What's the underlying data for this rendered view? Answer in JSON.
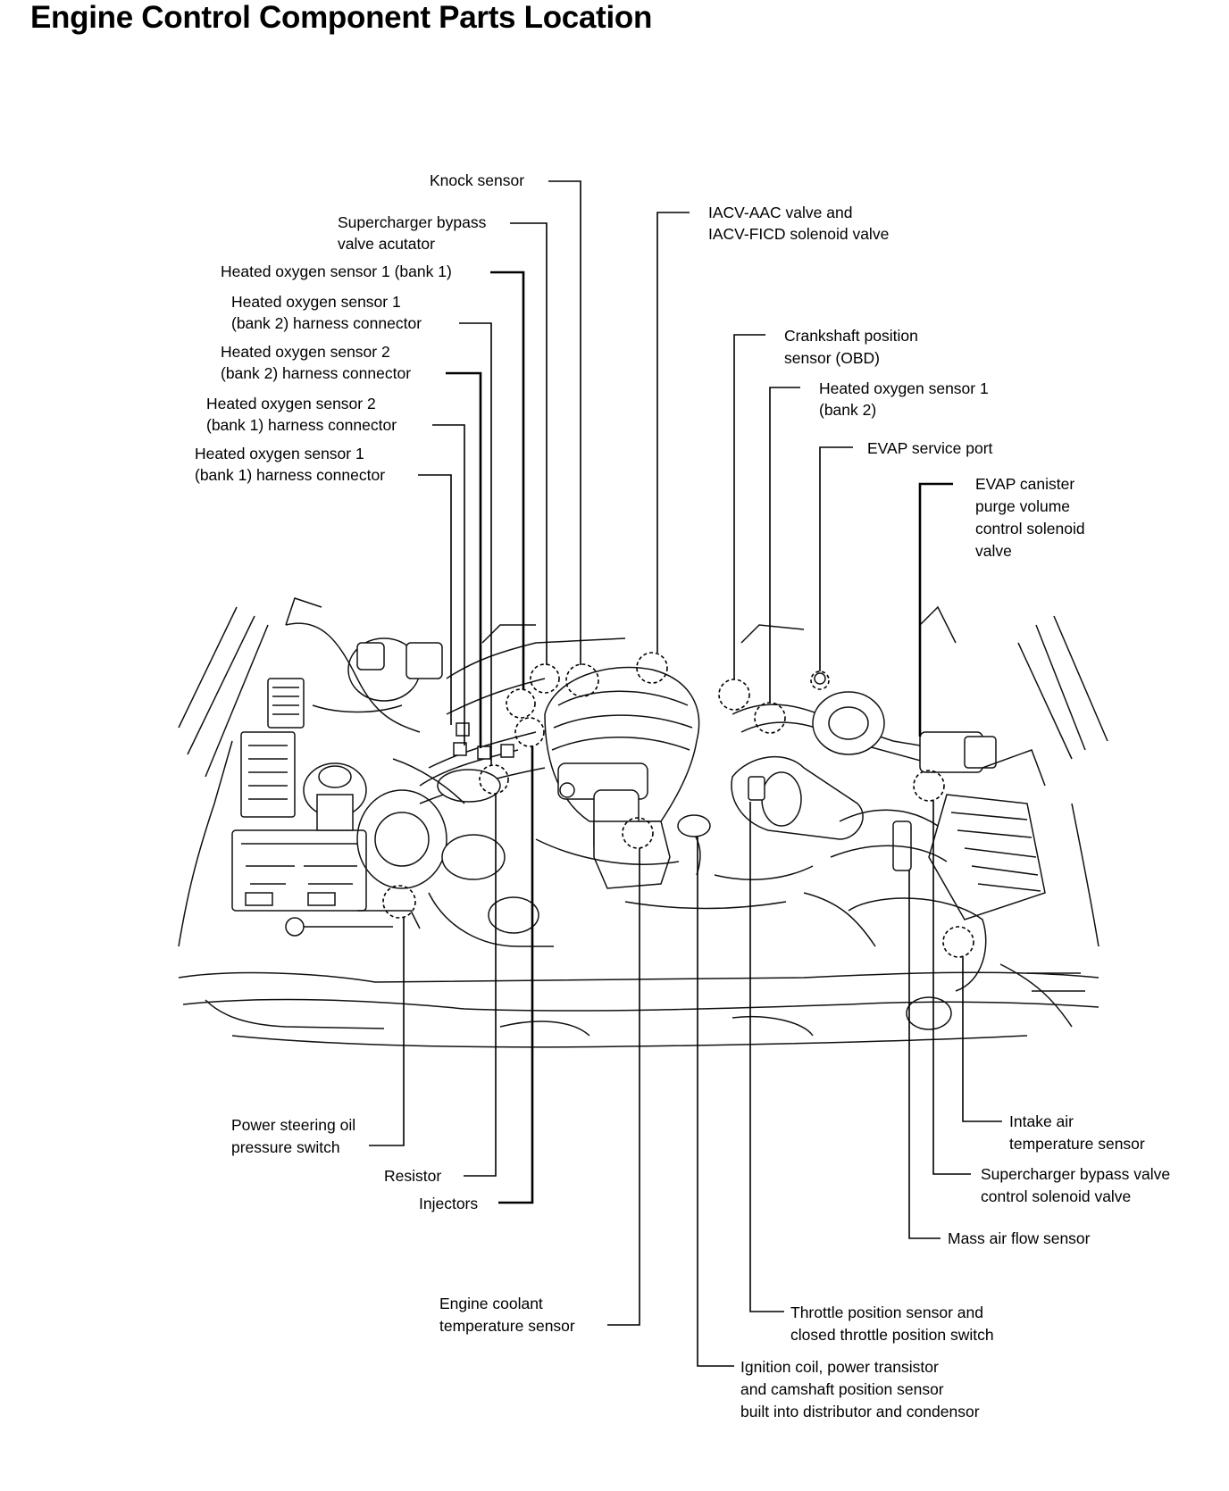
{
  "title": "Engine Control Component Parts Location",
  "labels": {
    "knock_sensor": "Knock sensor",
    "sc_bypass_actuator_1": "Supercharger bypass",
    "sc_bypass_actuator_2": "valve acutator",
    "ho2s1_b1": "Heated oxygen sensor 1 (bank 1)",
    "ho2s1_b2_conn_1": "Heated oxygen sensor 1",
    "ho2s1_b2_conn_2": "(bank 2) harness connector",
    "ho2s2_b2_conn_1": "Heated oxygen sensor 2",
    "ho2s2_b2_conn_2": "(bank 2) harness connector",
    "ho2s2_b1_conn_1": "Heated oxygen sensor 2",
    "ho2s2_b1_conn_2": "(bank 1) harness connector",
    "ho2s1_b1_conn_1": "Heated oxygen sensor 1",
    "ho2s1_b1_conn_2": "(bank 1) harness connector",
    "iacv_1": "IACV-AAC valve and",
    "iacv_2": "IACV-FICD solenoid valve",
    "ckp_1": "Crankshaft position",
    "ckp_2": "sensor (OBD)",
    "ho2s1_b2_1": "Heated oxygen sensor 1",
    "ho2s1_b2_2": "(bank 2)",
    "evap_port": "EVAP service port",
    "evap_canister_1": "EVAP canister",
    "evap_canister_2": "purge volume",
    "evap_canister_3": "control solenoid",
    "evap_canister_4": "valve",
    "ps_switch_1": "Power steering oil",
    "ps_switch_2": "pressure switch",
    "resistor": "Resistor",
    "injectors": "Injectors",
    "ect_1": "Engine coolant",
    "ect_2": "temperature sensor",
    "iat_1": "Intake air",
    "iat_2": "temperature sensor",
    "sc_bypass_solenoid_1": "Supercharger bypass valve",
    "sc_bypass_solenoid_2": "control solenoid valve",
    "maf": "Mass air flow sensor",
    "tps_1": "Throttle position sensor and",
    "tps_2": "closed throttle position switch",
    "ign_1": "Ignition coil, power transistor",
    "ign_2": "and camshaft position sensor",
    "ign_3": "built into distributor and condensor"
  }
}
